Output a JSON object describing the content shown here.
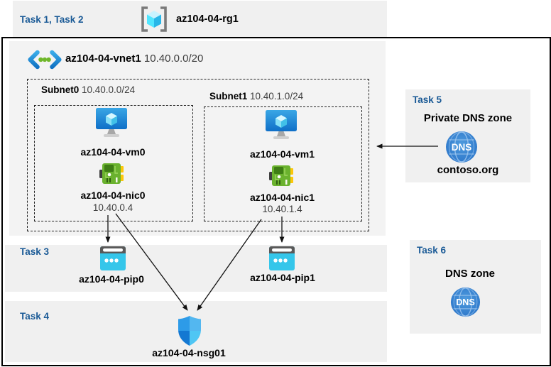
{
  "header": {
    "tasks": "Task 1, Task 2",
    "resource_group": "az104-04-rg1"
  },
  "vnet": {
    "name": "az104-04-vnet1",
    "cidr": "10.40.0.0/20",
    "subnets": [
      {
        "name": "Subnet0",
        "cidr": "10.40.0.0/24",
        "vm": "az104-04-vm0",
        "nic": "az104-04-nic0",
        "ip": "10.40.0.4"
      },
      {
        "name": "Subnet1",
        "cidr": "10.40.1.0/24",
        "vm": "az104-04-vm1",
        "nic": "az104-04-nic1",
        "ip": "10.40.1.4"
      }
    ]
  },
  "task3": {
    "label": "Task 3",
    "pips": [
      "az104-04-pip0",
      "az104-04-pip1"
    ]
  },
  "task4": {
    "label": "Task 4",
    "nsg": "az104-04-nsg01"
  },
  "task5": {
    "label": "Task 5",
    "heading": "Private DNS zone",
    "zone": "contoso.org",
    "dns_label": "DNS"
  },
  "task6": {
    "label": "Task 6",
    "heading": "DNS zone",
    "dns_label": "DNS"
  },
  "colors": {
    "task_blue": "#1a5a96",
    "strip_gray": "#f0f0f0",
    "pip_cyan": "#35c6ea",
    "nic_green": "#6ab22e",
    "vm_blue": "#1272c8",
    "dns_blue": "#3584d6",
    "arrow_black": "#111111"
  }
}
